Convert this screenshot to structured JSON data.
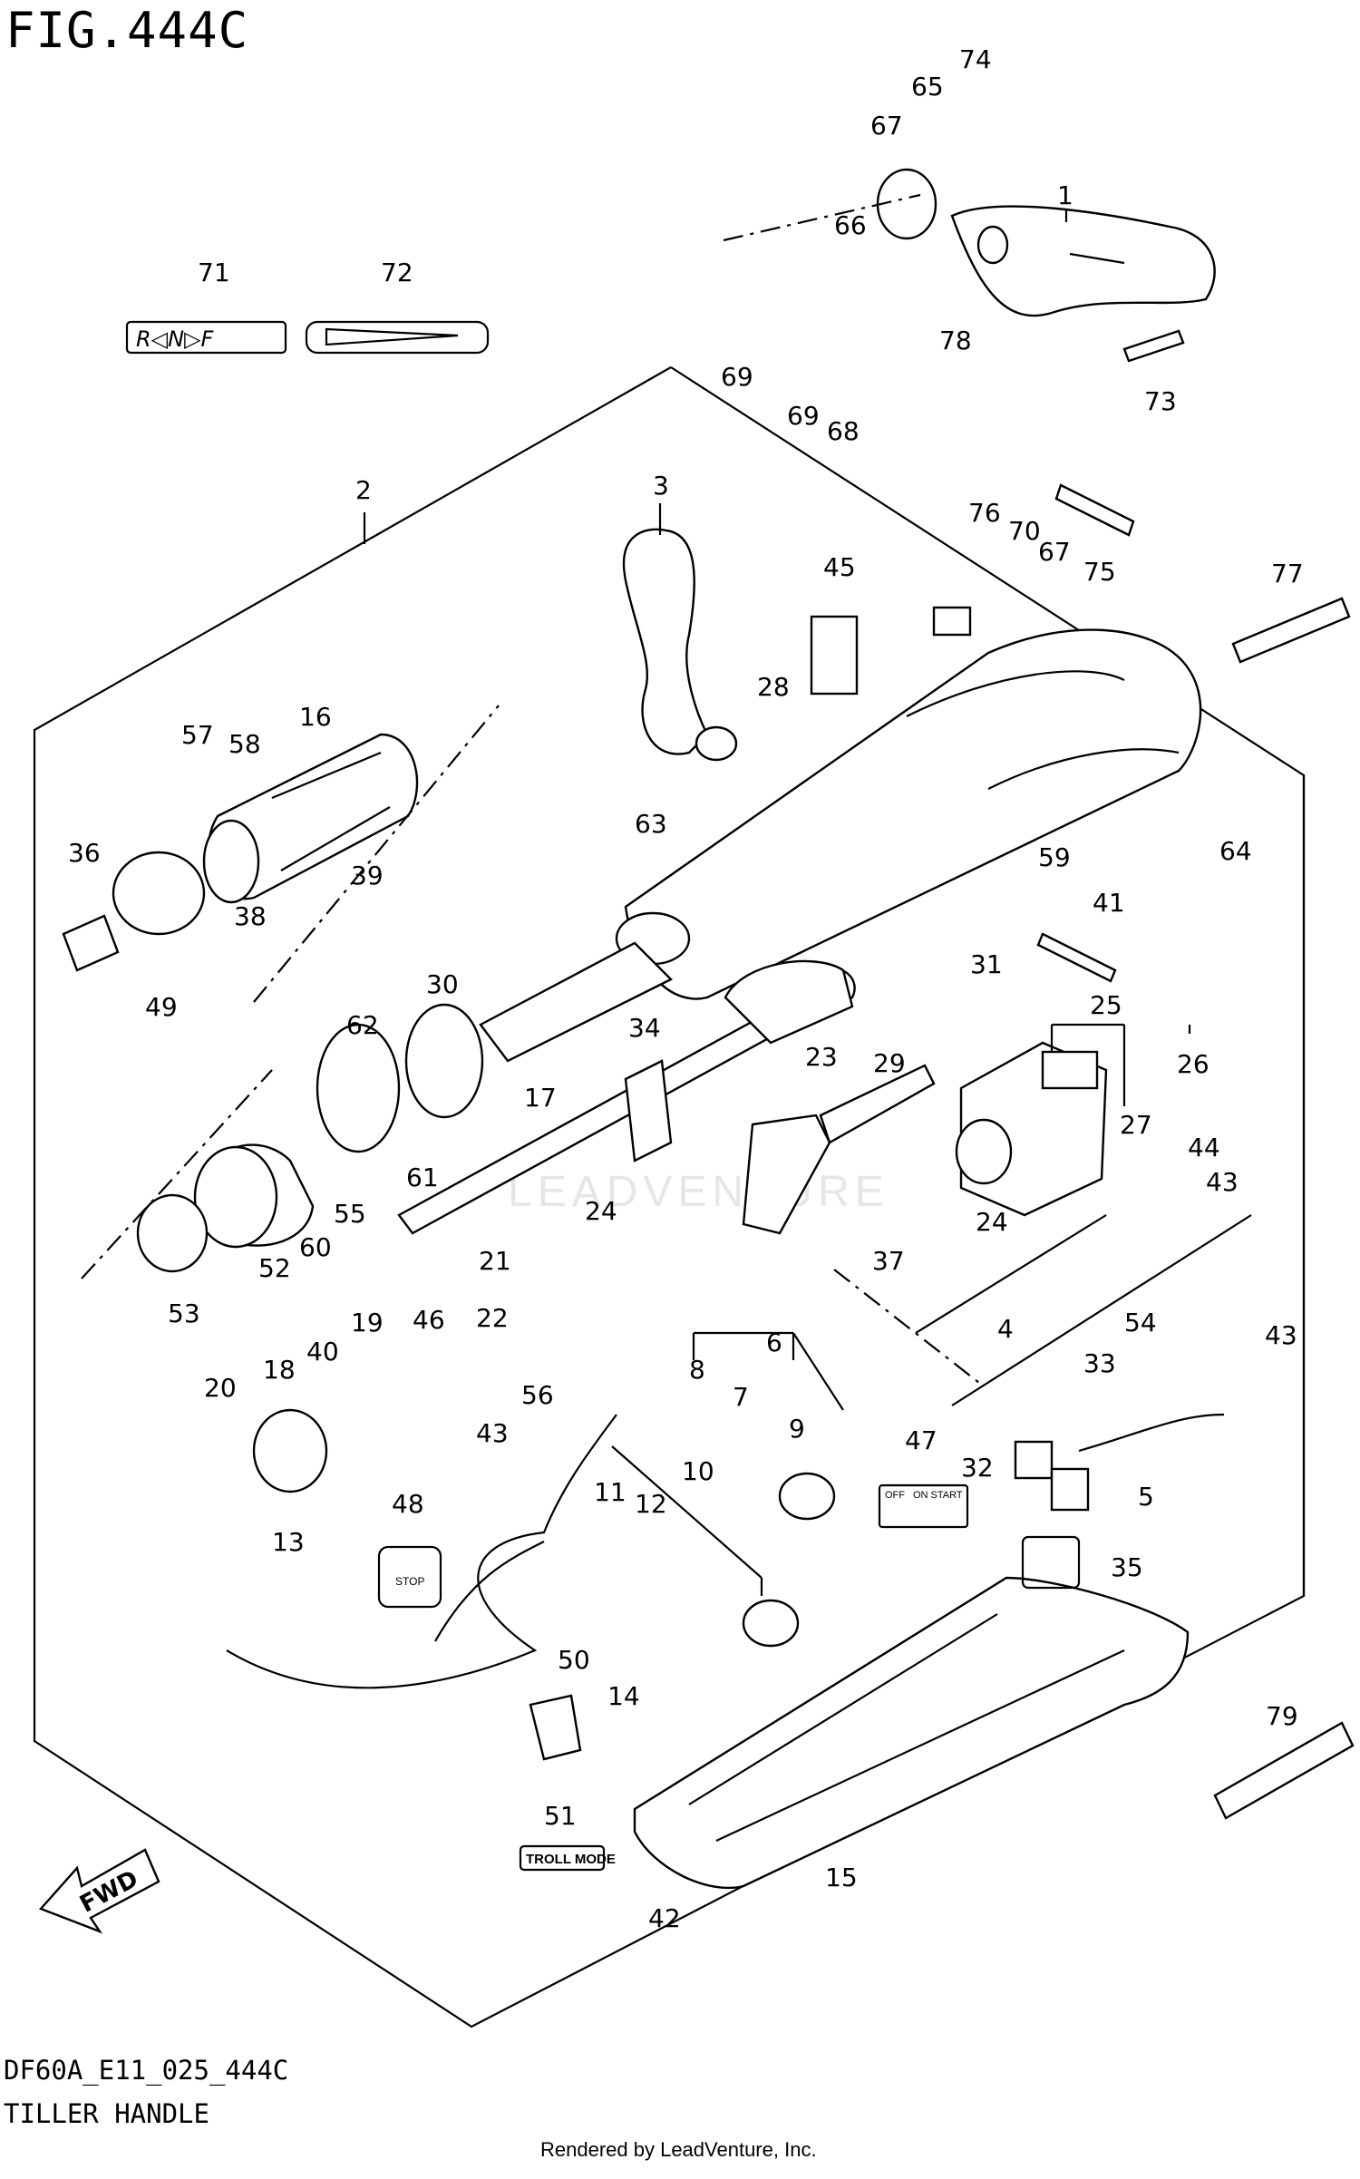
{
  "figure": {
    "title": "FIG.444C",
    "code": "DF60A_E11_025_444C",
    "name": "TILLER HANDLE",
    "rendered_by": "Rendered by LeadVenture, Inc.",
    "watermark": "LEADVENTURE"
  },
  "decals": {
    "shift_label": "R◁N▷F",
    "switch_off": "OFF",
    "switch_on_start": "ON START",
    "stop_label": "STOP",
    "troll_mode": "TROLL MODE",
    "fwd": "FWD"
  },
  "callouts": [
    {
      "id": "c1",
      "num": "1"
    },
    {
      "id": "c2",
      "num": "2"
    },
    {
      "id": "c3",
      "num": "3"
    },
    {
      "id": "c4",
      "num": "4"
    },
    {
      "id": "c5",
      "num": "5"
    },
    {
      "id": "c6",
      "num": "6"
    },
    {
      "id": "c7",
      "num": "7"
    },
    {
      "id": "c8",
      "num": "8"
    },
    {
      "id": "c9",
      "num": "9"
    },
    {
      "id": "c10",
      "num": "10"
    },
    {
      "id": "c11",
      "num": "11"
    },
    {
      "id": "c12",
      "num": "12"
    },
    {
      "id": "c13",
      "num": "13"
    },
    {
      "id": "c14",
      "num": "14"
    },
    {
      "id": "c15",
      "num": "15"
    },
    {
      "id": "c16",
      "num": "16"
    },
    {
      "id": "c17",
      "num": "17"
    },
    {
      "id": "c18",
      "num": "18"
    },
    {
      "id": "c19",
      "num": "19"
    },
    {
      "id": "c20",
      "num": "20"
    },
    {
      "id": "c21",
      "num": "21"
    },
    {
      "id": "c22",
      "num": "22"
    },
    {
      "id": "c23",
      "num": "23"
    },
    {
      "id": "c24a",
      "num": "24"
    },
    {
      "id": "c24b",
      "num": "24"
    },
    {
      "id": "c25",
      "num": "25"
    },
    {
      "id": "c26",
      "num": "26"
    },
    {
      "id": "c27",
      "num": "27"
    },
    {
      "id": "c28",
      "num": "28"
    },
    {
      "id": "c29",
      "num": "29"
    },
    {
      "id": "c30",
      "num": "30"
    },
    {
      "id": "c31",
      "num": "31"
    },
    {
      "id": "c32",
      "num": "32"
    },
    {
      "id": "c33",
      "num": "33"
    },
    {
      "id": "c34",
      "num": "34"
    },
    {
      "id": "c35",
      "num": "35"
    },
    {
      "id": "c36",
      "num": "36"
    },
    {
      "id": "c37",
      "num": "37"
    },
    {
      "id": "c38",
      "num": "38"
    },
    {
      "id": "c39",
      "num": "39"
    },
    {
      "id": "c40",
      "num": "40"
    },
    {
      "id": "c41",
      "num": "41"
    },
    {
      "id": "c42",
      "num": "42"
    },
    {
      "id": "c43a",
      "num": "43"
    },
    {
      "id": "c43b",
      "num": "43"
    },
    {
      "id": "c43c",
      "num": "43"
    },
    {
      "id": "c44",
      "num": "44"
    },
    {
      "id": "c45",
      "num": "45"
    },
    {
      "id": "c46",
      "num": "46"
    },
    {
      "id": "c47",
      "num": "47"
    },
    {
      "id": "c48",
      "num": "48"
    },
    {
      "id": "c49",
      "num": "49"
    },
    {
      "id": "c50",
      "num": "50"
    },
    {
      "id": "c51",
      "num": "51"
    },
    {
      "id": "c52",
      "num": "52"
    },
    {
      "id": "c53",
      "num": "53"
    },
    {
      "id": "c54",
      "num": "54"
    },
    {
      "id": "c55",
      "num": "55"
    },
    {
      "id": "c56",
      "num": "56"
    },
    {
      "id": "c57",
      "num": "57"
    },
    {
      "id": "c58",
      "num": "58"
    },
    {
      "id": "c59",
      "num": "59"
    },
    {
      "id": "c60",
      "num": "60"
    },
    {
      "id": "c61",
      "num": "61"
    },
    {
      "id": "c62",
      "num": "62"
    },
    {
      "id": "c63",
      "num": "63"
    },
    {
      "id": "c64",
      "num": "64"
    },
    {
      "id": "c65",
      "num": "65"
    },
    {
      "id": "c66",
      "num": "66"
    },
    {
      "id": "c67a",
      "num": "67"
    },
    {
      "id": "c67b",
      "num": "67"
    },
    {
      "id": "c68",
      "num": "68"
    },
    {
      "id": "c69a",
      "num": "69"
    },
    {
      "id": "c69b",
      "num": "69"
    },
    {
      "id": "c70",
      "num": "70"
    },
    {
      "id": "c71",
      "num": "71"
    },
    {
      "id": "c72",
      "num": "72"
    },
    {
      "id": "c73",
      "num": "73"
    },
    {
      "id": "c74",
      "num": "74"
    },
    {
      "id": "c75",
      "num": "75"
    },
    {
      "id": "c76",
      "num": "76"
    },
    {
      "id": "c77",
      "num": "77"
    },
    {
      "id": "c78",
      "num": "78"
    },
    {
      "id": "c79",
      "num": "79"
    }
  ]
}
